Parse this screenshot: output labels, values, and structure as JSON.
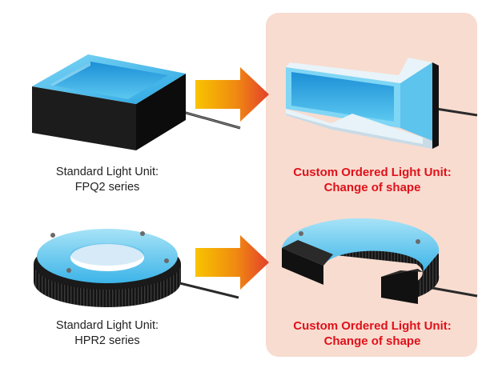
{
  "colors": {
    "panel_bg": "#f8dcd0",
    "custom_text": "#e0111a",
    "light_blue": "#3cb6ea",
    "arrow_start": "#f5b400",
    "arrow_end": "#e4412b"
  },
  "rows": [
    {
      "standard": {
        "line1": "Standard Light Unit:",
        "line2": "FPQ2 series"
      },
      "custom": {
        "line1": "Custom Ordered Light Unit:",
        "line2": "Change of shape"
      }
    },
    {
      "standard": {
        "line1": "Standard Light Unit:",
        "line2": "HPR2 series"
      },
      "custom": {
        "line1": "Custom Ordered Light Unit:",
        "line2": "Change of shape"
      }
    }
  ]
}
